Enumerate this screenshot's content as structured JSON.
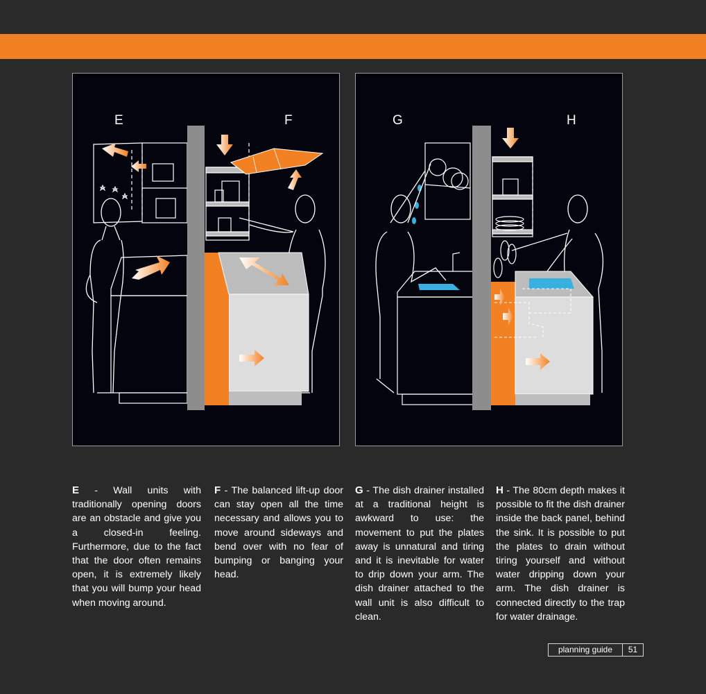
{
  "panels": [
    {
      "left_letter": "E",
      "right_letter": "F"
    },
    {
      "left_letter": "G",
      "right_letter": "H"
    }
  ],
  "columns": [
    {
      "letter": "E",
      "text": " - Wall units with traditionally opening doors are an obstacle and give you a closed-in feeling. Furthermore, due to the fact that the door often remains open, it is extremely likely that you will bump your head when moving around."
    },
    {
      "letter": "F",
      "text": " - The balanced lift-up door can stay open all the time necessary and allows you to move around sideways and bend over with no fear of bumping or banging your head."
    },
    {
      "letter": "G",
      "text": " - The dish drainer installed at a traditional height is awkward to use: the movement to put the plates away is unnatural and tiring and it is inevitable for water to drip down your arm. The dish drainer attached to the wall unit is also difficult to clean."
    },
    {
      "letter": "H",
      "text": " - The 80cm depth makes it possible to fit the dish drainer inside the back panel, behind the sink. It is possible to put the plates to drain without tiring yourself and without water dripping down your arm. The dish drainer is connected directly to the trap for water drainage."
    }
  ],
  "footer": {
    "label": "planning guide",
    "page": "51"
  },
  "colors": {
    "accent": "#f28123",
    "background": "#2b2a2a",
    "panel": "#04040f",
    "water": "#3ab0e0"
  }
}
